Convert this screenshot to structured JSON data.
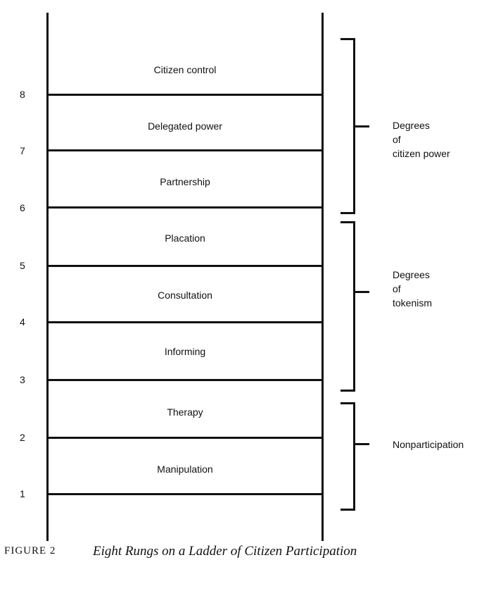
{
  "rungs": [
    {
      "number": "1",
      "label": "Manipulation"
    },
    {
      "number": "2",
      "label": "Therapy"
    },
    {
      "number": "3",
      "label": "Informing"
    },
    {
      "number": "4",
      "label": "Consultation"
    },
    {
      "number": "5",
      "label": "Placation"
    },
    {
      "number": "6",
      "label": "Partnership"
    },
    {
      "number": "7",
      "label": "Delegated power"
    },
    {
      "number": "8",
      "label": "Citizen control"
    }
  ],
  "groups": [
    {
      "lines": [
        "Degrees",
        "of",
        "citizen power"
      ]
    },
    {
      "lines": [
        "Degrees",
        "of",
        "tokenism"
      ]
    },
    {
      "lines": [
        "Nonparticipation"
      ]
    }
  ],
  "caption": {
    "figure_number": "FIGURE 2",
    "title": "Eight Rungs on a Ladder of Citizen Participation"
  }
}
